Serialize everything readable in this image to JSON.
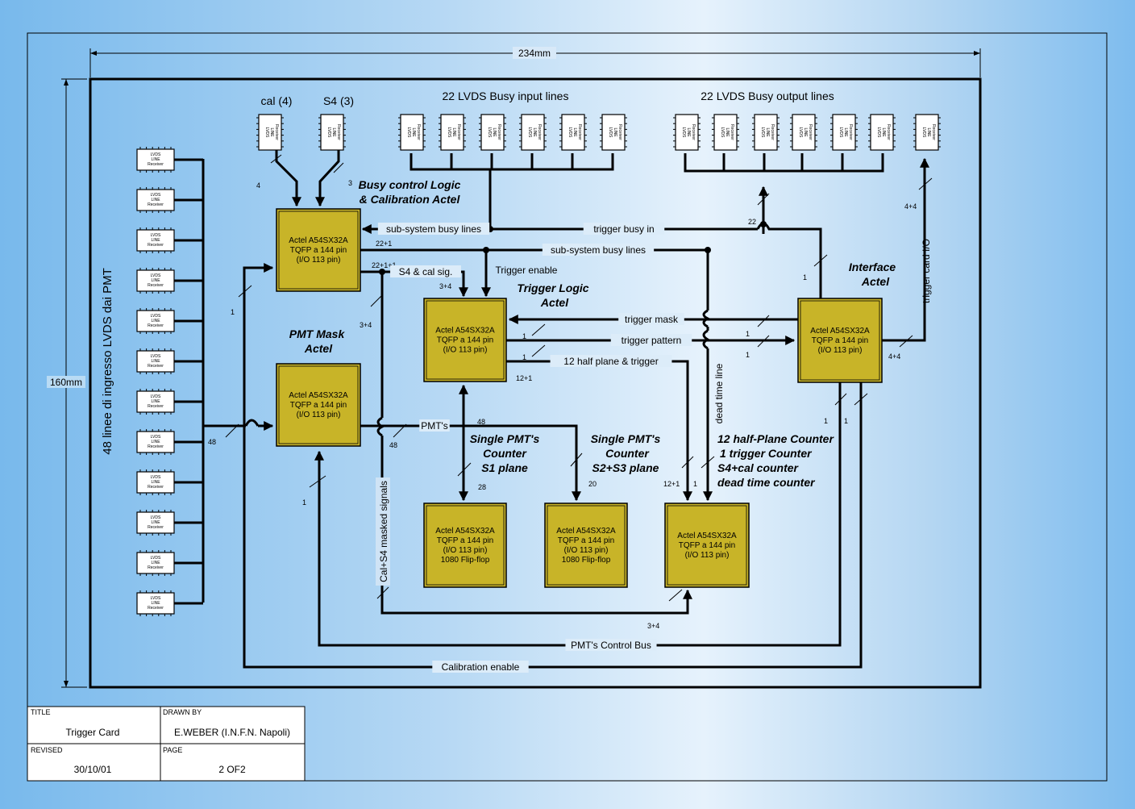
{
  "dimensions": {
    "width": "234mm",
    "height": "160mm"
  },
  "left_vertical_label": "48 linee di ingresso LVDS dai PMT",
  "headers": {
    "cal": "cal (4)",
    "s4": "S4 (3)",
    "busy_in": "22 LVDS Busy input lines",
    "busy_out": "22 LVDS Busy output lines"
  },
  "block_titles": {
    "busy_control": [
      "Busy control Logic",
      "& Calibration Actel"
    ],
    "trigger_logic": [
      "Trigger Logic",
      "Actel"
    ],
    "pmt_mask": [
      "PMT Mask",
      "Actel"
    ],
    "interface": [
      "Interface",
      "Actel"
    ],
    "single_s1": [
      "Single PMT's",
      "Counter",
      "S1 plane"
    ],
    "single_s23": [
      "Single PMT's",
      "Counter",
      "S2+S3 plane"
    ],
    "half_plane": [
      "12 half-Plane Counter",
      "1 trigger Counter",
      "S4+cal counter",
      "dead time counter"
    ]
  },
  "chips": {
    "busy": [
      "Actel A54SX32A",
      "TQFP a 144 pin",
      "(I/O 113 pin)"
    ],
    "trigger": [
      "Actel A54SX32A",
      "TQFP a 144 pin",
      "(I/O 113 pin)"
    ],
    "mask": [
      "Actel A54SX32A",
      "TQFP a 144 pin",
      "(I/O 113 pin)"
    ],
    "interface": [
      "Actel A54SX32A",
      "TQFP a 144 pin",
      "(I/O 113 pin)"
    ],
    "counter1": [
      "Actel A54SX32A",
      "TQFP a 144 pin",
      "(I/O 113 pin)",
      "1080 Flip-flop"
    ],
    "counter2": [
      "Actel A54SX32A",
      "TQFP a 144 pin",
      "(I/O 113 pin)",
      "1080 Flip-flop"
    ],
    "counter3": [
      "Actel A54SX32A",
      "TQFP a 144 pin",
      "(I/O 113 pin)"
    ]
  },
  "receiver_text": [
    "LVDS",
    "LINE",
    "Receiver"
  ],
  "signals": {
    "sub_busy_1": "sub-system busy lines",
    "sub_busy_2": "sub-system busy lines",
    "trigger_busy_in": "trigger busy in",
    "s4_cal_sig": "S4 & cal sig.",
    "trigger_enable": "Trigger enable",
    "trigger_mask": "trigger mask",
    "trigger_pattern": "trigger pattern",
    "half_plane_trigger": "12 half plane & trigger",
    "pmts": "PMT's",
    "dead_time": "dead time line",
    "trigger_card_io": "trigger card I/O",
    "masked_signals": "Cal+S4 masked signals",
    "pmt_control_bus": "PMT's Control Bus",
    "calibration_enable": "Calibration enable"
  },
  "bus_widths": {
    "w_cal": "4",
    "w_s4": "3",
    "w_22a": "22+1",
    "w_22b": "22+1+1",
    "w_34a": "3+4",
    "w_34b": "3+4",
    "w_1_mask": "1",
    "w_48_in": "48",
    "w_48_pmt": "48",
    "w_48_b": "48",
    "w_1_pmtctl": "1",
    "w_1_tl1": "1",
    "w_1_tl2": "1",
    "w_121": "12+1",
    "w_28": "28",
    "w_20": "20",
    "w_121b": "12+1",
    "w_1_dead": "1",
    "w_34c": "3+4",
    "w_22": "22",
    "w_1_if": "1",
    "w_1_ifa": "1",
    "w_1_ifb": "1",
    "w_44a": "4+4",
    "w_44b": "4+4",
    "w_1_ifc": "1",
    "w_1_ifd": "1"
  },
  "title_block": {
    "title_label": "TITLE",
    "title": "Trigger Card",
    "drawn_label": "DRAWN BY",
    "drawn": "E.WEBER (I.N.F.N. Napoli)",
    "revised_label": "REVISED",
    "revised": "30/10/01",
    "page_label": "PAGE",
    "page": "2 OF2"
  },
  "colors": {
    "chip": "#c8b428",
    "chip_border": "#000000",
    "line": "#000000"
  }
}
